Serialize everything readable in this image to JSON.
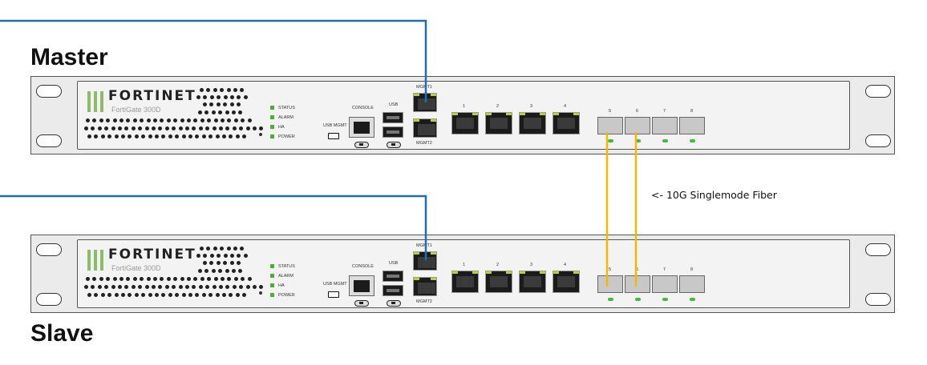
{
  "labels": {
    "master": "Master",
    "slave": "Slave",
    "fiber_annotation": "<- 10G Singlemode Fiber"
  },
  "device": {
    "brand": "FORTINET",
    "model": "FortiGate 300D",
    "leds": [
      "STATUS",
      "ALARM",
      "HA",
      "POWER"
    ],
    "usb_mgmt_label": "USB MGMT",
    "console_label": "CONSOLE",
    "usb_label": "USB",
    "mgmt1_label": "MGMT1",
    "mgmt2_label": "MGMT2",
    "rj45_ports": [
      "1",
      "2",
      "3",
      "4"
    ],
    "sfp_ports": [
      "5",
      "6",
      "7",
      "8"
    ]
  },
  "colors": {
    "mgmt_cable": "#1f6fb5",
    "fiber_cable": "#f5b800",
    "led_green": "#4caf35",
    "logo_bars": "#8dbb6a"
  }
}
